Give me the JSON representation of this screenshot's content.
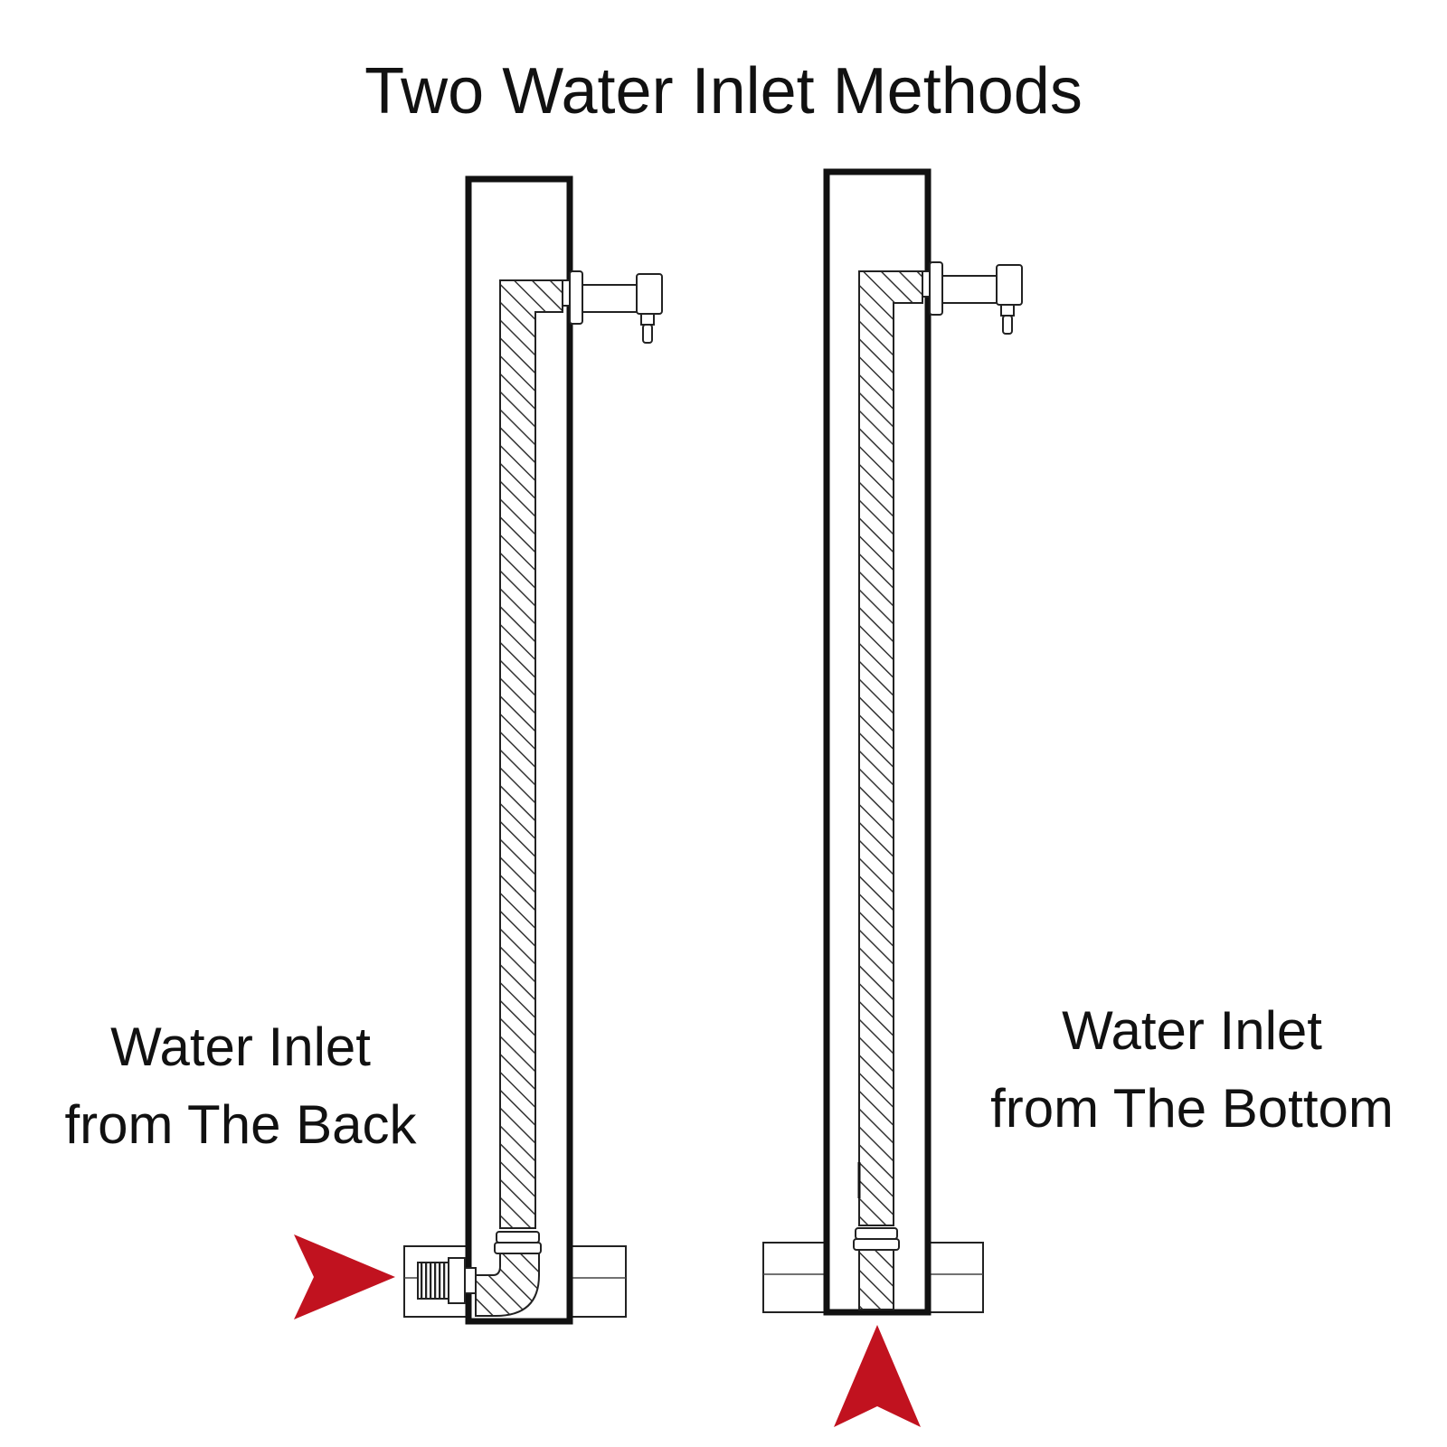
{
  "title": "Two Water Inlet Methods",
  "methods": [
    {
      "label_line1": "Water Inlet",
      "label_line2": "from The Back",
      "arrow_direction": "right"
    },
    {
      "label_line1": "Water Inlet",
      "label_line2": "from The Bottom",
      "arrow_direction": "up"
    }
  ],
  "colors": {
    "arrow": "#c1121f",
    "line": "#111111",
    "background": "#ffffff"
  }
}
